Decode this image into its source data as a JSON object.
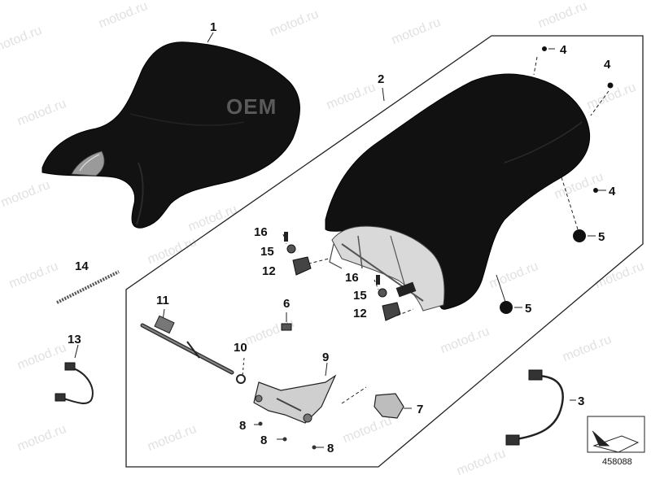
{
  "watermark_text": "motod.ru",
  "oem_mark": "OEM",
  "reference_number": "458088",
  "callouts": {
    "c1": "1",
    "c2": "2",
    "c3": "3",
    "c4a": "4",
    "c4b": "4",
    "c4c": "4",
    "c5a": "5",
    "c5b": "5",
    "c6": "6",
    "c7": "7",
    "c8a": "8",
    "c8b": "8",
    "c8c": "8",
    "c9": "9",
    "c10": "10",
    "c11": "11",
    "c12a": "12",
    "c12b": "12",
    "c13": "13",
    "c14": "14",
    "c15a": "15",
    "c15b": "15",
    "c16a": "16",
    "c16b": "16"
  },
  "colors": {
    "seat": "#111111",
    "line": "#222222",
    "part_fill": "#e8e8e8",
    "watermark": "#c9c9c9"
  }
}
